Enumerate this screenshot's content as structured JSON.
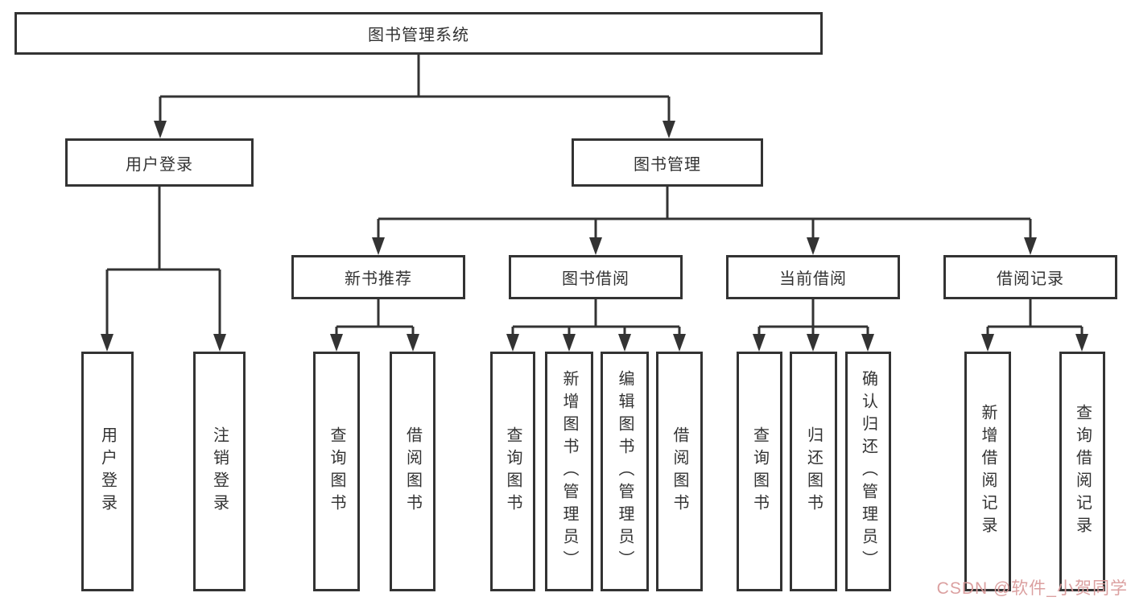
{
  "diagram": {
    "title": "图书管理系统",
    "type": "functional-structure-tree",
    "colors": {
      "line": "#333333",
      "text": "#333333",
      "box_bg": "#ffffff",
      "watermark": "#D99B9B"
    },
    "nodes": {
      "root": {
        "label": "图书管理系统"
      },
      "user_login": {
        "label": "用户登录"
      },
      "book_mgmt": {
        "label": "图书管理"
      },
      "new_book_rec": {
        "label": "新书推荐"
      },
      "book_borrow": {
        "label": "图书借阅"
      },
      "current_borrow": {
        "label": "当前借阅"
      },
      "borrow_records": {
        "label": "借阅记录"
      },
      "leaf_user_login": {
        "label": "用户登录"
      },
      "leaf_logout": {
        "label": "注销登录"
      },
      "leaf_query_book_1": {
        "label": "查询图书"
      },
      "leaf_borrow_book_1": {
        "label": "借阅图书"
      },
      "leaf_query_book_2": {
        "label": "查询图书"
      },
      "leaf_add_book": {
        "label": "新增图书（管理员）"
      },
      "leaf_edit_book": {
        "label": "编辑图书（管理员）"
      },
      "leaf_borrow_book_2": {
        "label": "借阅图书"
      },
      "leaf_query_book_3": {
        "label": "查询图书"
      },
      "leaf_return_book": {
        "label": "归还图书"
      },
      "leaf_confirm_return": {
        "label": "确认归还（管理员）"
      },
      "leaf_add_record": {
        "label": "新增借阅记录"
      },
      "leaf_query_record": {
        "label": "查询借阅记录"
      }
    },
    "hierarchy": {
      "图书管理系统": {
        "用户登录": [
          "用户登录",
          "注销登录"
        ],
        "图书管理": {
          "新书推荐": [
            "查询图书",
            "借阅图书"
          ],
          "图书借阅": [
            "查询图书",
            "新增图书（管理员）",
            "编辑图书（管理员）",
            "借阅图书"
          ],
          "当前借阅": [
            "查询图书",
            "归还图书",
            "确认归还（管理员）"
          ],
          "借阅记录": [
            "新增借阅记录",
            "查询借阅记录"
          ]
        }
      }
    },
    "watermark": "CSDN @软件_小贺同学"
  }
}
